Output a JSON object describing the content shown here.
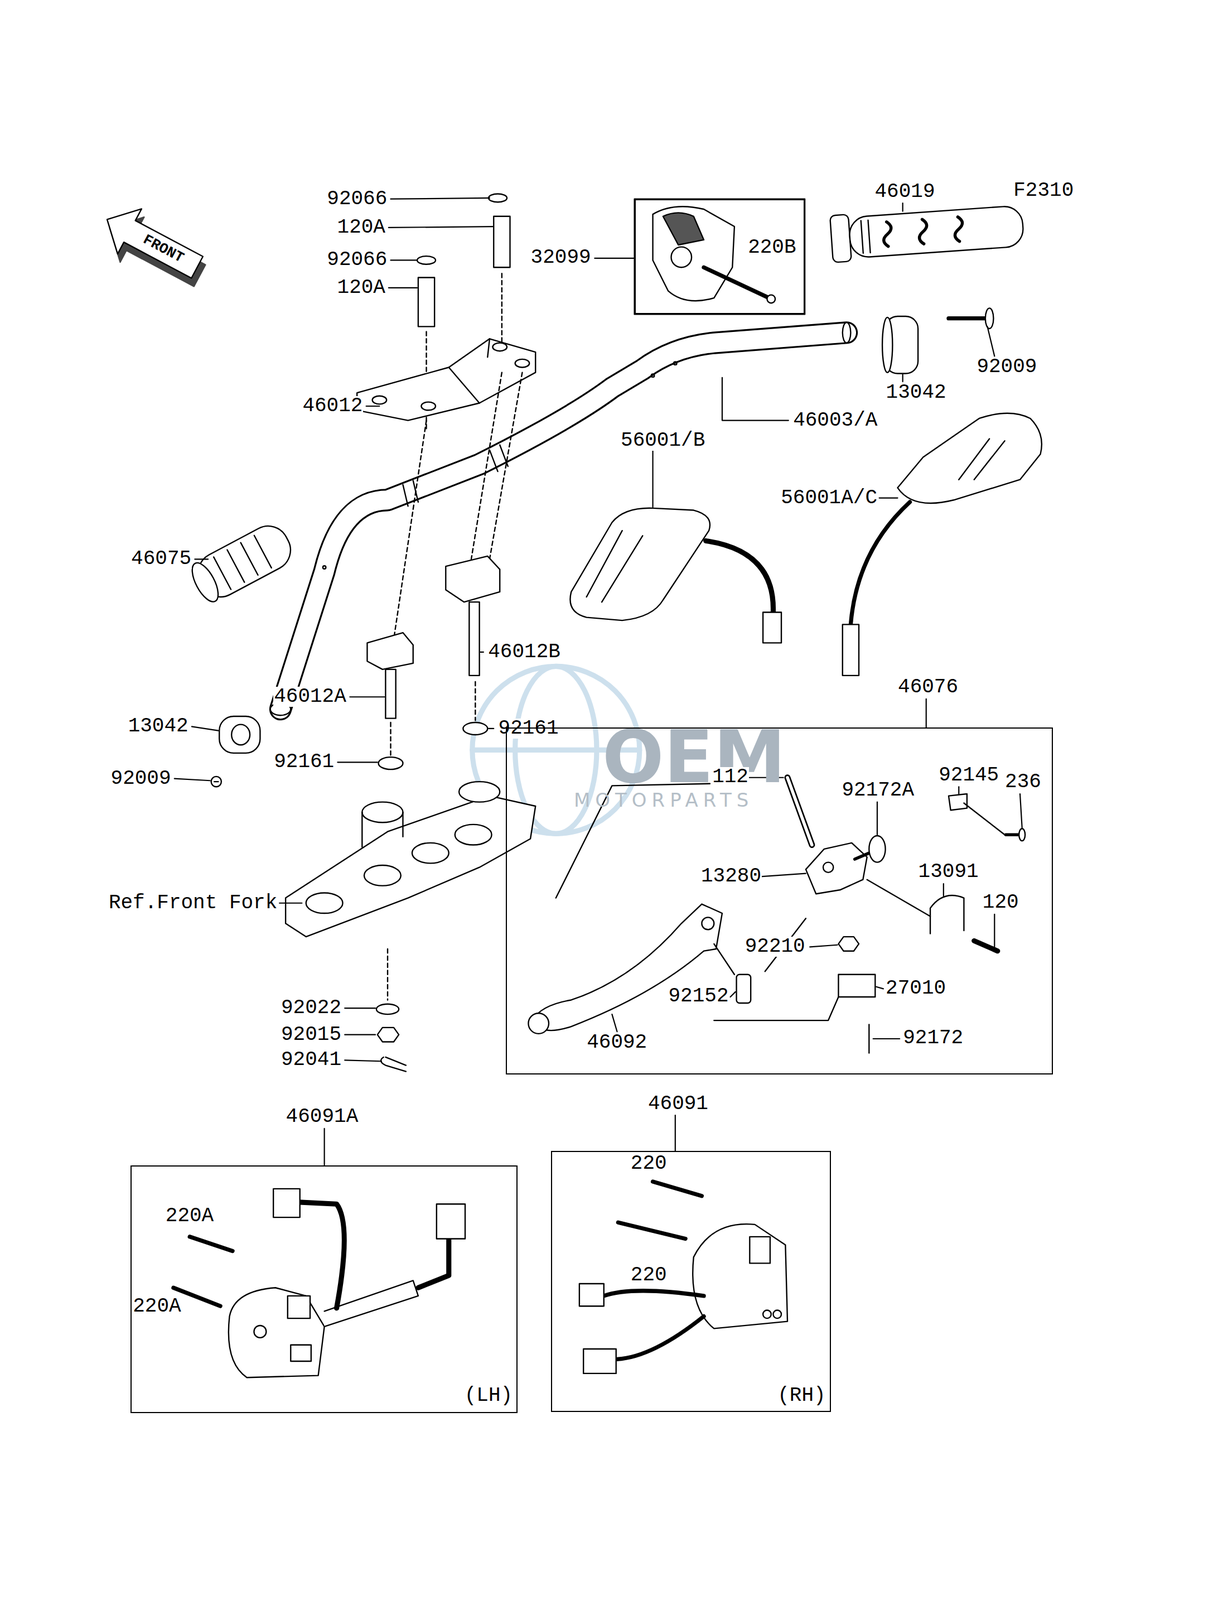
{
  "diagram": {
    "nodes": [
      {
        "text": [
          "32099",
          "220B"
        ]
      },
      {
        "text": [
          "46076",
          "112",
          "92172A",
          "92145",
          "236",
          "13280",
          "13091",
          "120",
          "92210",
          "27010",
          "92152",
          "46092",
          "92172"
        ]
      },
      {
        "text": [
          "46091A",
          "220A",
          "220A",
          "(LH)"
        ]
      },
      {
        "text": [
          "46091",
          "220",
          "220",
          "(RH)"
        ]
      }
    ],
    "labels": [
      "OEM",
      "MOTORPARTS",
      "F2310",
      "FRONT",
      "92066",
      "120A",
      "92066",
      "120A",
      "46019",
      "92009",
      "13042",
      "46012",
      "46003/A",
      "56001/B",
      "56001A/C",
      "46075",
      "46012B",
      "46012A",
      "92161",
      "13042",
      "92161",
      "92009",
      "Ref.Front Fork",
      "92022",
      "92015",
      "92041"
    ]
  }
}
